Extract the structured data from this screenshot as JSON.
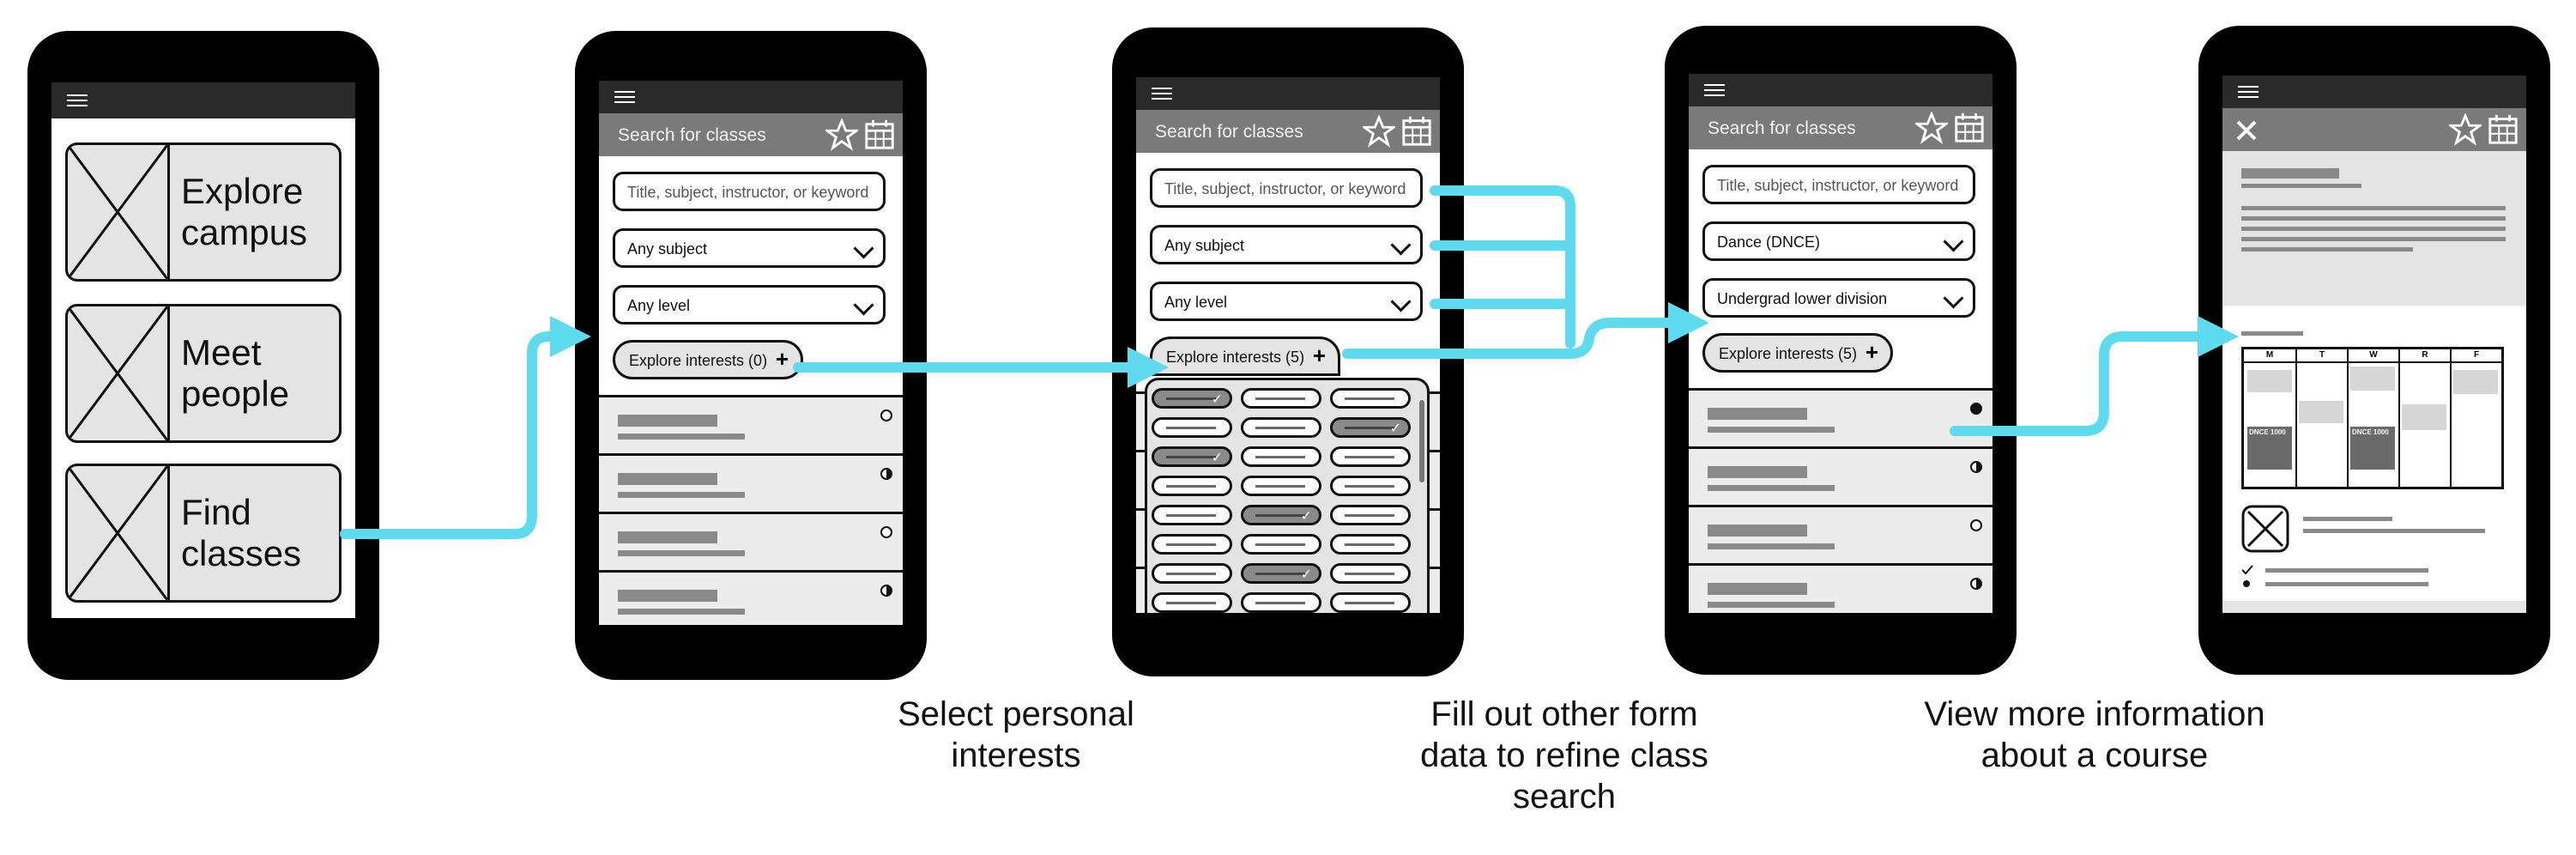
{
  "screen1": {
    "cards": [
      "Explore campus",
      "Meet people",
      "Find classes"
    ]
  },
  "search": {
    "title": "Search for classes",
    "keyword_placeholder": "Title, subject, instructor, or keyword",
    "subject_default": "Any subject",
    "level_default": "Any level",
    "interests_empty": "Explore interests (0)",
    "interests_selected": "Explore interests (5)",
    "subject_selected": "Dance (DNCE)",
    "level_selected": "Undergrad lower division"
  },
  "detail": {
    "days": [
      "M",
      "T",
      "W",
      "R",
      "F"
    ],
    "course_code": "DNCE 1000"
  },
  "captions": {
    "select_interests": "Select personal interests",
    "refine_search": "Fill out other form data to refine class search",
    "view_info": "View more information about a course"
  },
  "colors": {
    "flow_arrow": "#5fdbef",
    "phone": "#000000",
    "header": "#7a7a7a"
  },
  "icons": [
    "hamburger-icon",
    "star-icon",
    "calendar-icon",
    "close-icon",
    "share-icon",
    "add-calendar-icon",
    "plus-icon",
    "chevron-down-icon",
    "checkmark-icon"
  ]
}
